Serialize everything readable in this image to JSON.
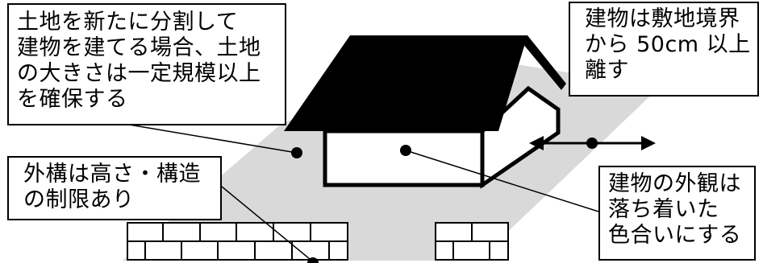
{
  "callouts": {
    "land_size": "土地を新たに分割して\n建物を建てる場合、土地\nの大きさは一定規模以上\nを確保する",
    "boundary_distance": "建物は敷地境界\nから 50cm 以上\n離す",
    "fence_limit": "外構は高さ・構造\nの制限あり",
    "exterior_color": "建物の外観は\n落ち着いた\n色合いにする"
  },
  "colors": {
    "lot": "#d9d9d9",
    "roof": "#000000",
    "wall": "#ffffff",
    "outline": "#000000"
  }
}
